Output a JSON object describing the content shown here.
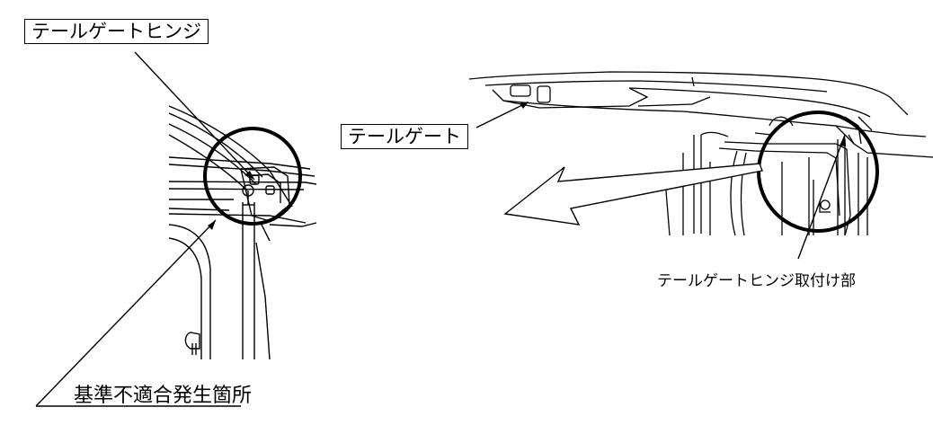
{
  "labels": {
    "hinge_box": "テールゲートヒンジ",
    "tailgate_box": "テールゲート",
    "hinge_mount": "テールゲートヒンジ取付け部",
    "nonconformity_location": "基準不適合発生箇所"
  }
}
